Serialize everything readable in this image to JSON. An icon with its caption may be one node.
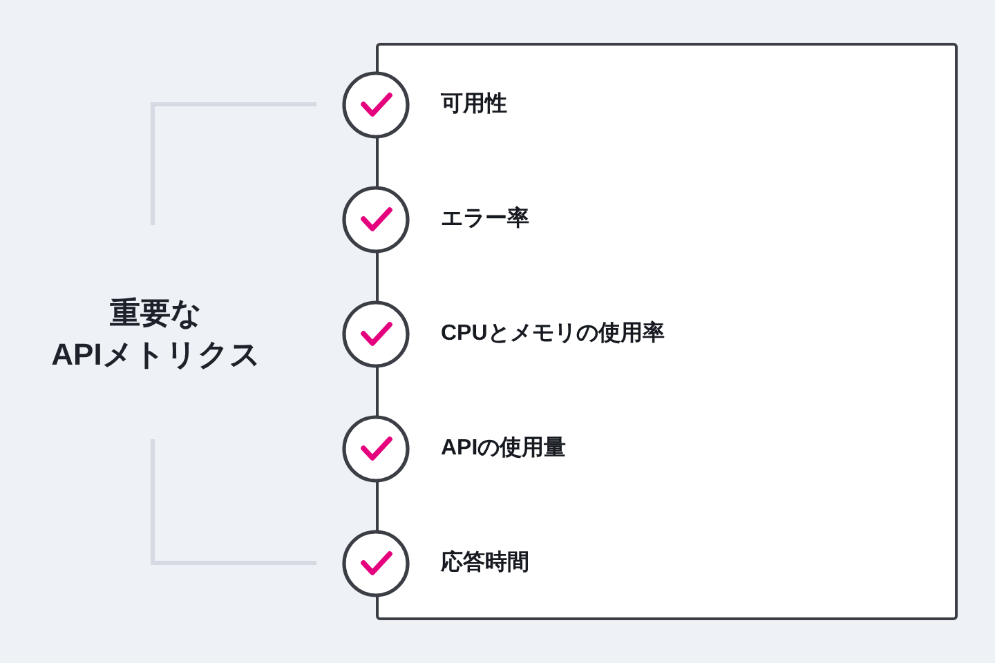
{
  "diagram": {
    "title": "重要なAPIメトリクス",
    "nodes": [
      {
        "text": [],
        "shape": "box"
      },
      {
        "text": [
          "可用性"
        ],
        "in": 0
      },
      {
        "text": [
          "エラー率"
        ],
        "in": 0
      },
      {
        "text": [
          "CPUとメモリの使用率"
        ],
        "in": 0
      },
      {
        "text": [
          "APIの使用量"
        ],
        "in": 0
      },
      {
        "text": [
          "応答時間"
        ],
        "in": 0
      }
    ]
  }
}
